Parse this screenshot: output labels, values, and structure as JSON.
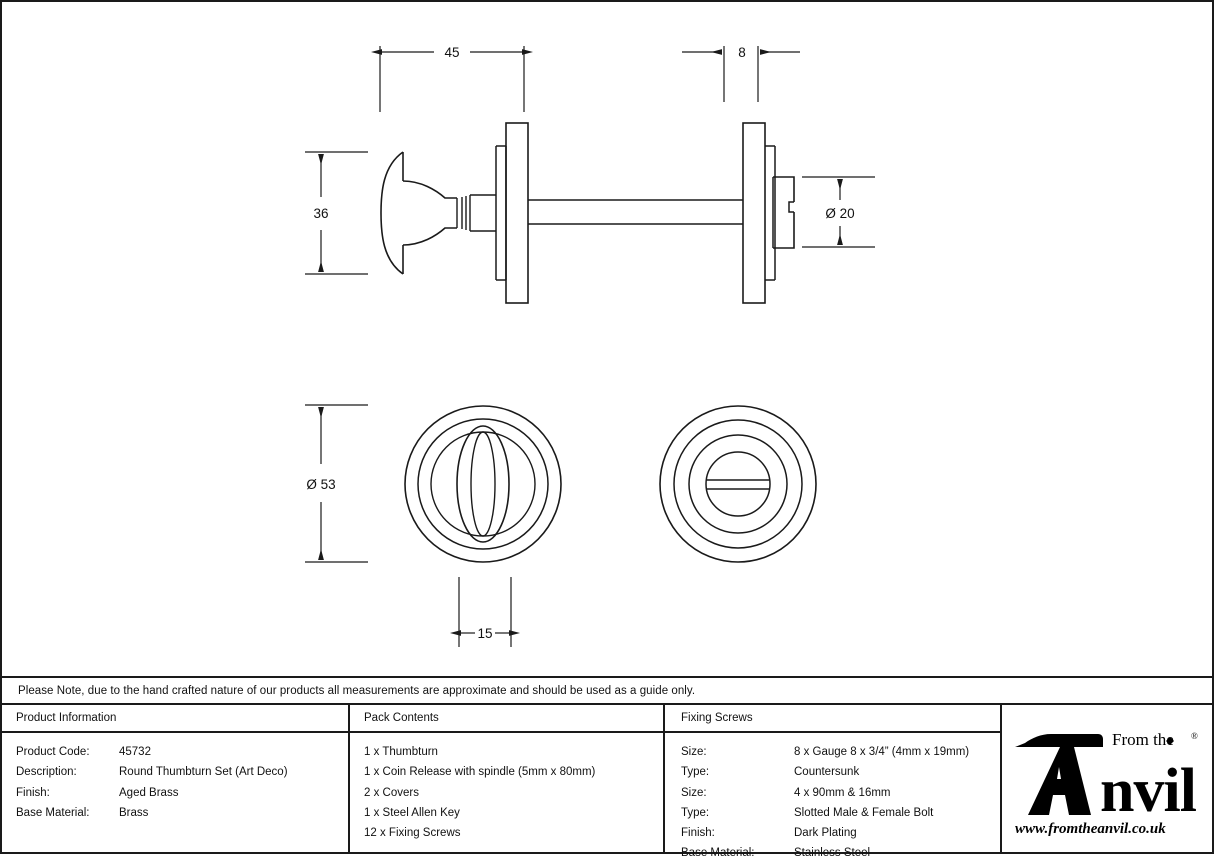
{
  "note": {
    "text": "Please Note, due to the hand crafted nature of our products all measurements are approximate and should be used as a guide only."
  },
  "drawing": {
    "dimensions": {
      "width_45": "45",
      "cover_thickness_8": "8",
      "knob_height_36": "36",
      "spindle_dia_20": "Ø 20",
      "rose_dia_53": "Ø 53",
      "rose_depth_15": "15"
    },
    "views": {
      "side_elevation": "side-elevation-view",
      "thumbturn_face": "thumbturn-front-view",
      "coin_release_face": "coin-release-front-view"
    }
  },
  "table": {
    "product_information": {
      "header": "Product Information",
      "rows": [
        {
          "label": "Product Code:",
          "value": "45732"
        },
        {
          "label": "Description:",
          "value": "Round Thumbturn Set (Art Deco)"
        },
        {
          "label": "Finish:",
          "value": "Aged Brass"
        },
        {
          "label": "Base Material:",
          "value": "Brass"
        }
      ]
    },
    "pack_contents": {
      "header": "Pack Contents",
      "items": [
        "1 x Thumbturn",
        "1 x Coin Release with spindle (5mm x 80mm)",
        "2 x Covers",
        "1 x Steel Allen Key",
        "12 x Fixing Screws"
      ]
    },
    "fixing_screws": {
      "header": "Fixing Screws",
      "rows": [
        {
          "label": "Size:",
          "value": "8 x Gauge 8 x 3/4” (4mm x 19mm)"
        },
        {
          "label": "Type:",
          "value": "Countersunk"
        },
        {
          "label": "Size:",
          "value": "4 x 90mm & 16mm"
        },
        {
          "label": "Type:",
          "value": "Slotted Male & Female Bolt"
        },
        {
          "label": "Finish:",
          "value": "Dark Plating"
        },
        {
          "label": "Base Material:",
          "value": "Stainless Steel"
        }
      ]
    },
    "brand": {
      "tagline": "From the",
      "name": "Anvil",
      "website": "www.fromtheanvil.co.uk",
      "registered_mark": "®"
    }
  },
  "colors": {
    "line": "#1a1a1a",
    "background": "#ffffff",
    "text": "#111111"
  }
}
